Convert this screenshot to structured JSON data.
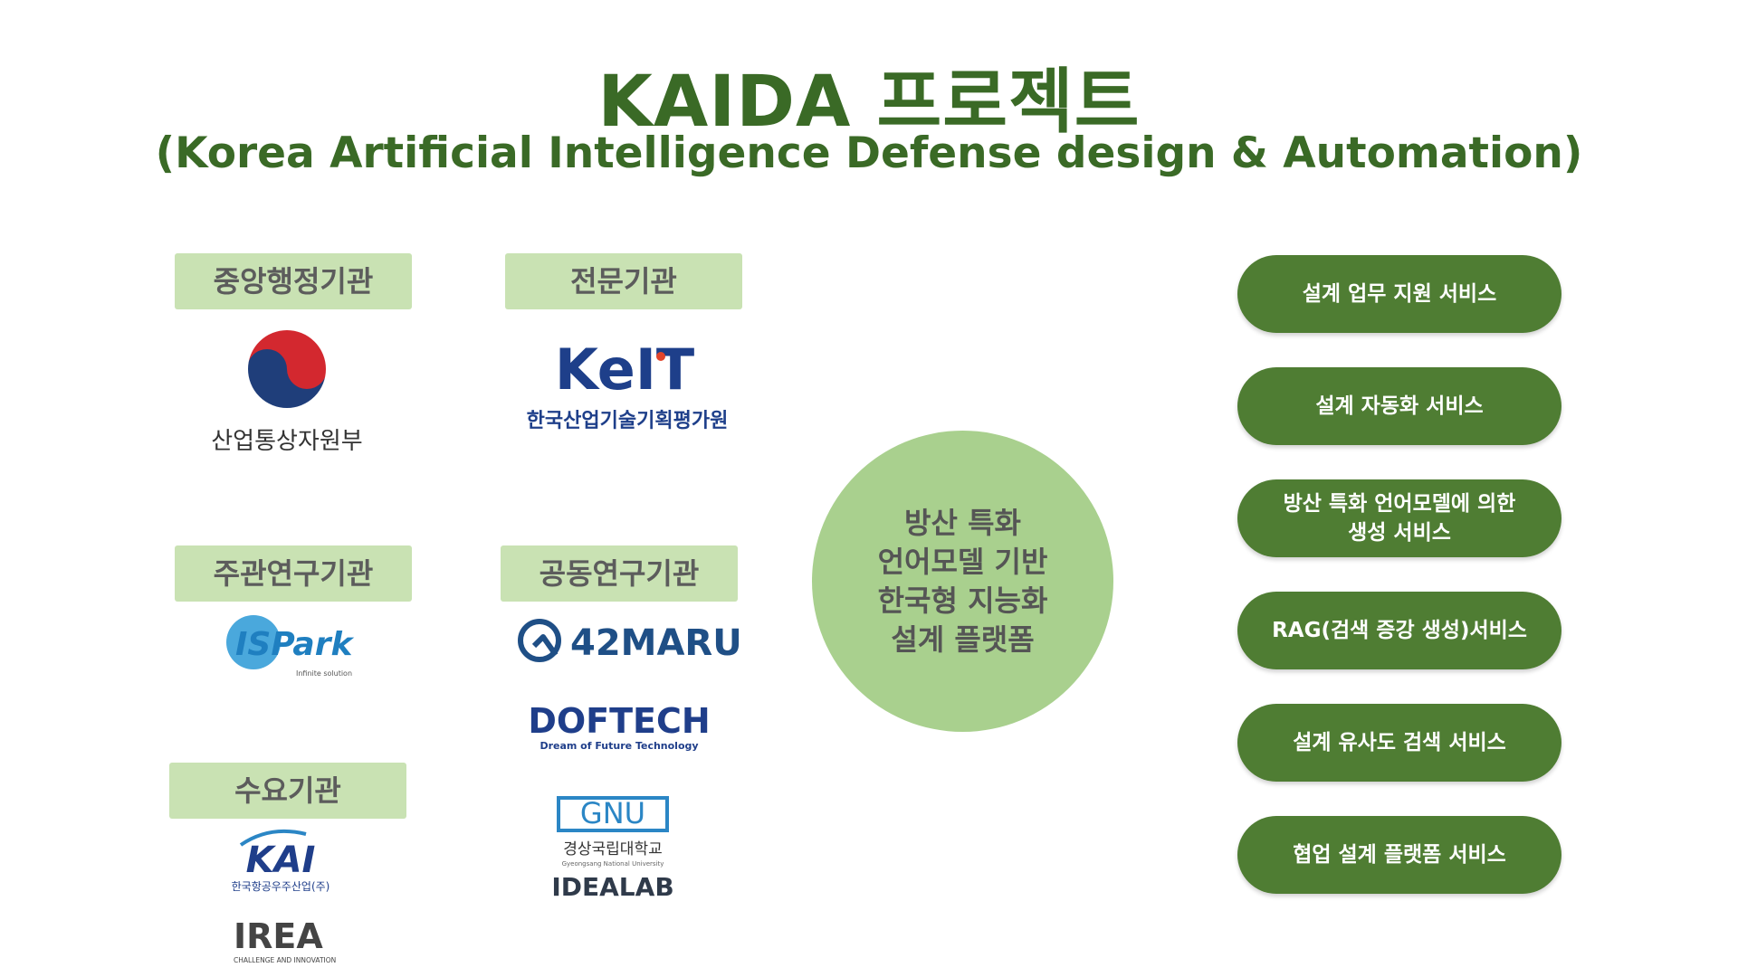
{
  "header": {
    "title": "KAIDA 프로젝트",
    "subtitle": "(Korea Artificial Intelligence Defense design & Automation)"
  },
  "categories": {
    "central_gov": "중앙행정기관",
    "specialized": "전문기관",
    "lead_research": "주관연구기관",
    "joint_research": "공동연구기관",
    "demand": "수요기관"
  },
  "logos": {
    "motie": {
      "name": "산업통상자원부",
      "icon": "korea-taegeuk-emblem"
    },
    "keit": {
      "wordmark": "KeIT",
      "name": "한국산업기술기획평가원"
    },
    "ispark": {
      "wordmark": "ISPark",
      "tagline": "Infinite solution"
    },
    "maru": {
      "wordmark": "42MARU",
      "icon": "42maru-symbol"
    },
    "doftech": {
      "wordmark": "DOFTECH",
      "tagline": "Dream of Future Technology"
    },
    "gnu": {
      "wordmark": "GNU",
      "name": "경상국립대학교",
      "name_en": "Gyeongsang National University",
      "lab": "IDEALAB"
    },
    "kai": {
      "wordmark": "KAI",
      "name": "한국항공우주산업(주)"
    },
    "irea": {
      "wordmark": "IREA",
      "tagline": "CHALLENGE AND INNOVATION"
    }
  },
  "center": {
    "lines": [
      "방산 특화",
      "언어모델 기반",
      "한국형 지능화",
      "설계 플랫폼"
    ]
  },
  "services": [
    [
      "설계 업무 지원 서비스"
    ],
    [
      "설계 자동화 서비스"
    ],
    [
      "방산 특화 언어모델에 의한",
      "생성 서비스"
    ],
    [
      "RAG(검색 증강 생성)서비스"
    ],
    [
      "설계 유사도 검색 서비스"
    ],
    [
      "협업 설계 플랫폼 서비스"
    ]
  ],
  "colors": {
    "title": "#3a6a26",
    "category_bg": "#c9e2b3",
    "circle_bg": "#a9d08e",
    "service_bg": "#4f7d33"
  }
}
